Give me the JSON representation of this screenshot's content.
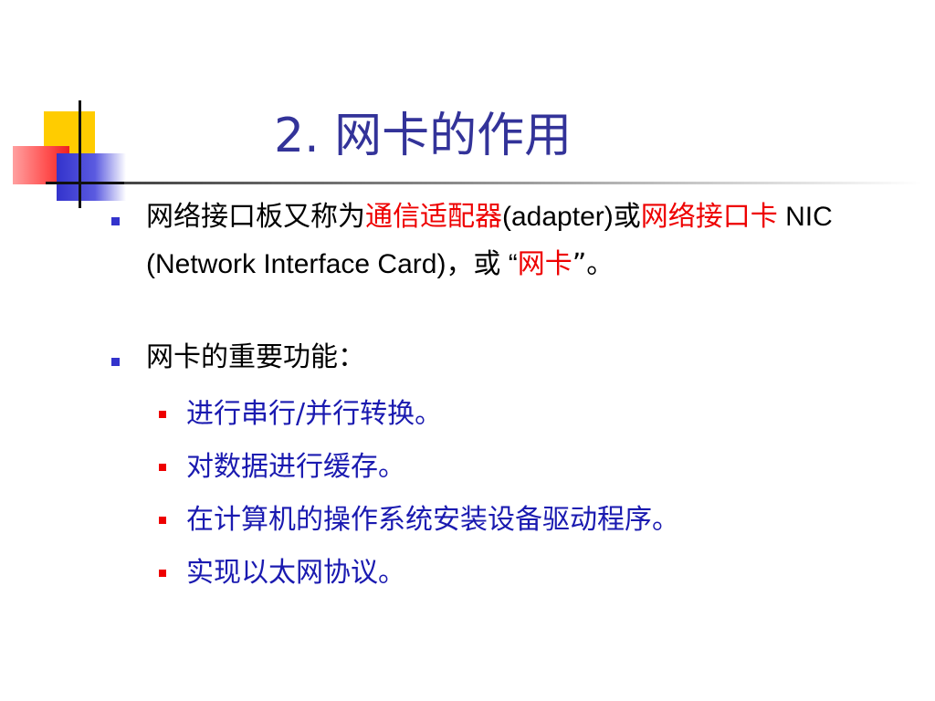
{
  "slide": {
    "title": "2.  网卡的作用",
    "bullets": [
      {
        "segments": [
          {
            "text": "网络接口板又称为",
            "style": "normal"
          },
          {
            "text": "通信适配器",
            "style": "red"
          },
          {
            "text": "(adapter)",
            "style": "normal"
          },
          {
            "text": "或",
            "style": "normal"
          },
          {
            "text": "网络接口卡",
            "style": "red"
          },
          {
            "text": " NIC (Network Interface Card)，或 “",
            "style": "normal"
          },
          {
            "text": "网卡",
            "style": "red"
          },
          {
            "text": "”。",
            "style": "normal"
          }
        ]
      },
      {
        "text": "网卡的重要功能：",
        "sub_items": [
          "进行串行/并行转换。",
          "对数据进行缓存。",
          "在计算机的操作系统安装设备驱动程序。",
          "实现以太网协议。"
        ]
      }
    ]
  },
  "colors": {
    "title": "#333399",
    "emphasis": "#ee0000",
    "sub_text": "#1a1ab0",
    "bullet": "#3333cc",
    "sub_bullet": "#ee0000"
  },
  "icons": {
    "logo": "corner-squares-logo-icon",
    "bullet": "square-bullet-icon"
  }
}
